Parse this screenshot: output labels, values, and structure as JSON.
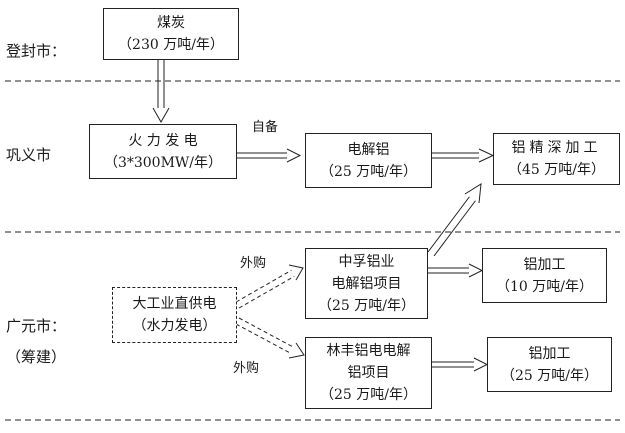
{
  "regions": {
    "dengfeng": "登封市：",
    "gongyi": "巩义市",
    "guangyuan": "广元市：",
    "guangyuan_note": "（筹建）"
  },
  "boxes": {
    "coal": {
      "line1": "煤炭",
      "line2": "（230 万吨/年）"
    },
    "thermal_power": {
      "line1": "火 力 发 电",
      "line2": "（3*300MW/年）"
    },
    "electrolytic_al": {
      "line1": "电解铝",
      "line2": "（25 万吨/年）"
    },
    "al_deep": {
      "line1": "铝精深加工",
      "line2": "（45 万吨/年）"
    },
    "industrial_power": {
      "line1": "大工业直供电",
      "line2": "（水力发电）"
    },
    "zhongfu": {
      "line1": "中孚铝业",
      "line2": "电解铝项目",
      "line3": "（25 万吨/年）"
    },
    "linfeng": {
      "line1": "林丰铝电电解",
      "line2": "铝项目",
      "line3": "（25 万吨/年）"
    },
    "al_process_1": {
      "line1": "铝加工",
      "line2": "（10 万吨/年）"
    },
    "al_process_2": {
      "line1": "铝加工",
      "line2": "（25 万吨/年）"
    }
  },
  "edge_labels": {
    "self_supply": "自备",
    "purchase_1": "外购",
    "purchase_2": "外购"
  }
}
